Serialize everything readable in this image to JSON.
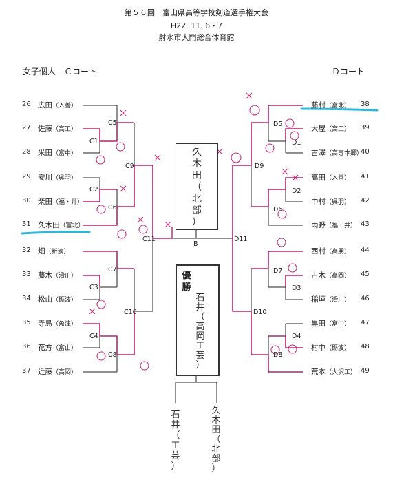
{
  "header": {
    "title": "第５６回　富山県高等学校剣道選手権大会",
    "date": "H22. 11. 6・7",
    "venue": "射水市大門総合体育館"
  },
  "left_block": {
    "title": "女子個人　Ｃコート"
  },
  "right_block": {
    "title": "Ｄコート"
  },
  "left_players": [
    {
      "num": "26",
      "name": "広田",
      "school": "（入善）"
    },
    {
      "num": "27",
      "name": "佐藤",
      "school": "（高工）"
    },
    {
      "num": "28",
      "name": "米田",
      "school": "（富中）"
    },
    {
      "num": "29",
      "name": "安川",
      "school": "（呉羽）"
    },
    {
      "num": "30",
      "name": "柴田",
      "school": "（福・井）"
    },
    {
      "num": "31",
      "name": "久木田",
      "school": "（富北）"
    },
    {
      "num": "32",
      "name": "畑",
      "school": "（新湊）"
    },
    {
      "num": "33",
      "name": "藤木",
      "school": "（滑川）"
    },
    {
      "num": "34",
      "name": "松山",
      "school": "（砺波）"
    },
    {
      "num": "35",
      "name": "寺島",
      "school": "（魚津）"
    },
    {
      "num": "36",
      "name": "花方",
      "school": "（富山）"
    },
    {
      "num": "37",
      "name": "近藤",
      "school": "（高岡）"
    }
  ],
  "right_players": [
    {
      "num": "38",
      "name": "藤村",
      "school": "（富北）"
    },
    {
      "num": "39",
      "name": "大屋",
      "school": "（高工）"
    },
    {
      "num": "40",
      "name": "古澤",
      "school": "（高専本郷）"
    },
    {
      "num": "41",
      "name": "高田",
      "school": "（入善）"
    },
    {
      "num": "42",
      "name": "中村",
      "school": "（呉羽）"
    },
    {
      "num": "43",
      "name": "雨野",
      "school": "（福・井）"
    },
    {
      "num": "44",
      "name": "西村",
      "school": "（高朋）"
    },
    {
      "num": "45",
      "name": "古木",
      "school": "（高岡）"
    },
    {
      "num": "46",
      "name": "稲垣",
      "school": "（滑川）"
    },
    {
      "num": "47",
      "name": "黒田",
      "school": "（富中）"
    },
    {
      "num": "48",
      "name": "村中",
      "school": "（砺波）"
    },
    {
      "num": "49",
      "name": "荒本",
      "school": "（大沢工）"
    }
  ],
  "match_labels": {
    "C1": "C1",
    "C2": "C2",
    "C3": "C3",
    "C4": "C4",
    "C5": "C5",
    "C6": "C6",
    "C7": "C7",
    "C8": "C8",
    "C9": "C9",
    "C10": "C10",
    "C11": "C11",
    "D1": "D1",
    "D2": "D2",
    "D3": "D3",
    "D4": "D4",
    "D5": "D5",
    "D6": "D6",
    "D7": "D7",
    "D8": "D8",
    "D9": "D9",
    "D10": "D10",
    "D11": "D11",
    "B": "B"
  },
  "block_winner": {
    "chars": [
      "久",
      "木",
      "田",
      "（",
      "北",
      "部",
      "）"
    ]
  },
  "champion": {
    "label": [
      "優",
      "勝"
    ],
    "chars": [
      "石",
      "井",
      "（",
      "高",
      "岡",
      "工",
      "芸",
      "）"
    ]
  },
  "final_left": {
    "chars": [
      "石",
      "井",
      "（",
      "工",
      "芸",
      "）"
    ]
  },
  "final_right": {
    "chars": [
      "久",
      "木",
      "田",
      "（",
      "北",
      "部",
      "）"
    ]
  },
  "colors": {
    "winner_line": "#c0186e",
    "highlight": "#33b5d8",
    "ink": "#222222"
  }
}
